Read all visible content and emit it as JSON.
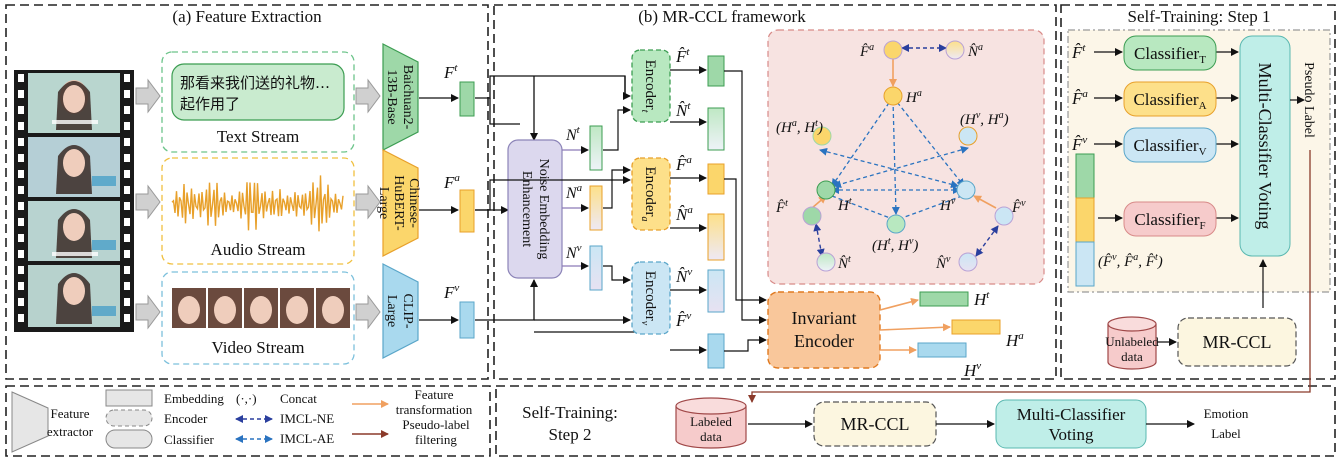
{
  "panels": {
    "feature_extraction": "(a) Feature Extraction",
    "framework": "(b) MR-CCL framework",
    "self_training_1": "Self-Training: Step 1",
    "self_training_2_line1": "Self-Training:",
    "self_training_2_line2": "Step 2"
  },
  "streams": {
    "text_sample": "那看来我们送的礼物…",
    "text_sample_2": "起作用了",
    "text": "Text Stream",
    "audio": "Audio Stream",
    "video": "Video Stream"
  },
  "extractors": {
    "text_l1": "Baichuan2-",
    "text_l2": "13B-Base",
    "audio_l1": "Chinese-",
    "audio_l2": "HuBERT-",
    "audio_l3": "Large",
    "video_l1": "CLIP-",
    "video_l2": "Large"
  },
  "features": {
    "ft": "F",
    "ft_sup": "t",
    "fa": "F",
    "fa_sup": "a",
    "fv": "F",
    "fv_sup": "v"
  },
  "noise": {
    "l1": "Noise Embedding",
    "l2": "Enhancement"
  },
  "encoders": {
    "name": "Encoder",
    "t": "t",
    "a": "a",
    "v": "v"
  },
  "invariant": {
    "l1": "Invariant",
    "l2": "Encoder"
  },
  "graph": {
    "Fa": "F̂",
    "Na": "N̂",
    "Ha": "H",
    "HaHt": "(H",
    "HvHa": "(H",
    "Ht": "H",
    "Hv": "H",
    "Ft": "F̂",
    "Fv": "F̂",
    "HtHv": "(H",
    "Nt": "N̂",
    "Nv": "N̂"
  },
  "classifiers": {
    "name": "Classifier",
    "T": "T",
    "A": "A",
    "V": "V",
    "F": "F",
    "voting": "Multi-Classifier Voting",
    "pseudo": "Pseudo Label",
    "concat": "(F̂",
    "unlabeled_l1": "Unlabeled",
    "unlabeled_l2": "data",
    "mrccl": "MR-CCL"
  },
  "step2": {
    "labeled_l1": "Labeled",
    "labeled_l2": "data",
    "mrccl": "MR-CCL",
    "voting_l1": "Multi-Classifier",
    "voting_l2": "Voting",
    "emotion_l1": "Emotion",
    "emotion_l2": "Label"
  },
  "legend": {
    "feature_extractor_l1": "Feature",
    "feature_extractor_l2": "extractor",
    "embedding": "Embedding",
    "encoder": "Encoder",
    "classifier": "Classifier",
    "concat_sym": "(·,·)",
    "concat": "Concat",
    "imcl_ne": "IMCL-NE",
    "imcl_ae": "IMCL-AE",
    "feat_trans_l1": "Feature",
    "feat_trans_l2": "transformation",
    "pseudo_l1": "Pseudo-label",
    "pseudo_l2": "filtering"
  },
  "colors": {
    "text_green": "#d9f2da",
    "text_green_dark": "#3c9d52",
    "audio_yellow": "#fde08a",
    "audio_orange": "#e8a02a",
    "video_blue": "#cbe6f4",
    "video_blue_dark": "#5aa6c9",
    "noise_purple": "#dcd8ee",
    "graph_bg": "#f7e3e1",
    "invariant_orange": "#f9c79b",
    "classifier_red": "#f6cbcb",
    "arrow_brown": "#8b3a2a",
    "imcl_ne": "#2a3f9e",
    "imcl_ae": "#2a73c0",
    "feat_arrow": "#f0a060"
  }
}
